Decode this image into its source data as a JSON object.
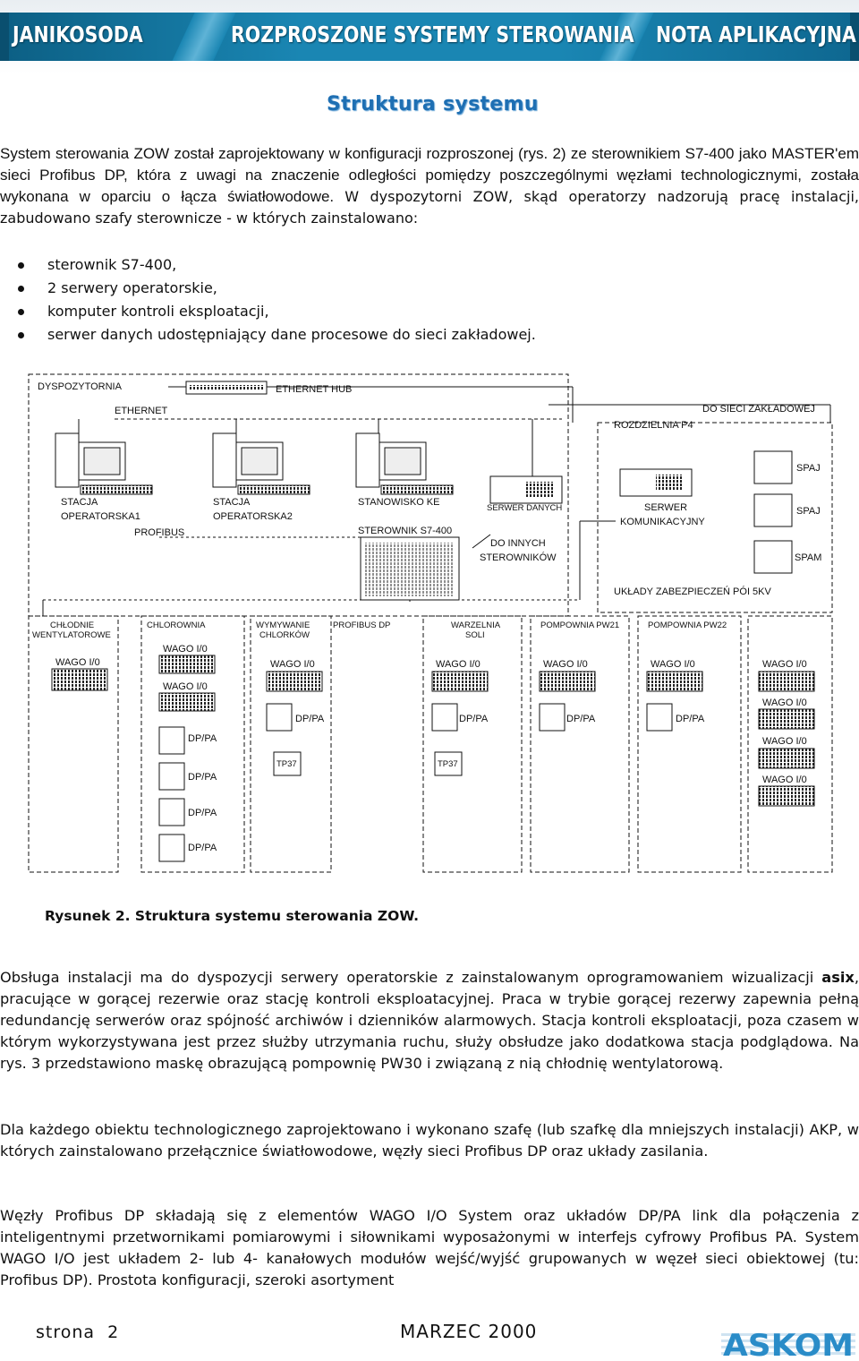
{
  "header": {
    "left": "JANIKOSODA",
    "center": "ROZPROSZONE SYSTEMY STEROWANIA",
    "right": "NOTA APLIKACYJNA"
  },
  "section_title": "Struktura systemu",
  "intro": {
    "line1": "System sterowania ZOW został zaprojektowany  w konfiguracji rozproszonej (rys. 2) ze sterownikiem S7-400 jako MASTER'em sieci Profibus DP, która z uwagi na znaczenie odległości pomiędzy poszczególnymi węzłami technologicznymi, została wykonana w oparciu o łącza światłowodowe.",
    "line2": "W dyspozytorni ZOW, skąd operatorzy nadzorują pracę instalacji, zabudowano szafy sterownicze - w których zainstalowano:"
  },
  "bullets": [
    "sterownik S7-400,",
    "2 serwery operatorskie,",
    "komputer kontroli eksploatacji,",
    "serwer danych udostępniający dane procesowe do sieci zakładowej."
  ],
  "diagram": {
    "dyspozytornia": "DYSPOZYTORNIA",
    "ethernet_hub": "ETHERNET HUB",
    "ethernet": "ETHERNET",
    "do_sieci": "DO SIECI ZAKŁADOWEJ",
    "rozdzielnia": "ROZDZIELNIA P4",
    "stacja1_a": "STACJA",
    "stacja1_b": "OPERATORSKA1",
    "stacja2_a": "STACJA",
    "stacja2_b": "OPERATORSKA2",
    "stanowisko": "STANOWISKO KE",
    "serwer_danych": "SERWER DANYCH",
    "serwer_kom_a": "SERWER",
    "serwer_kom_b": "KOMUNIKACYJNY",
    "profibus": "PROFIBUS",
    "sterownik": "STEROWNIK S7-400",
    "do_innych_a": "DO INNYCH",
    "do_innych_b": "STEROWNIKÓW",
    "spaj1": "SPAJ",
    "spaj2": "SPAJ",
    "spam": "SPAM",
    "uklady": "UKŁADY ZABEZPIECZEŃ PÓI 5KV",
    "sections": [
      "CHŁODNIE",
      "WENTYLATOROWE",
      "CHLOROWNIA",
      "WYMYWANIE",
      "CHLORKÓW",
      "PROFIBUS DP",
      "WARZELNIA",
      "SOLI",
      "POMPOWNIA PW21",
      "POMPOWNIA PW22"
    ],
    "wago": "WAGO I/0",
    "dppa": "DP/PA",
    "tp37": "TP37"
  },
  "caption": "Rysunek 2. Struktura systemu sterowania ZOW.",
  "para2": {
    "a": "Obsługa instalacji ma do dyspozycji serwery operatorskie z zainstalowanym oprogramowaniem wizualizacji ",
    "b": "asix",
    "c": ", pracujące w gorącej rezerwie oraz stację kontroli eksploatacyjnej. Praca w trybie gorącej rezerwy zapewnia pełną redundancję serwerów oraz spójność archiwów i dzienników alarmowych. Stacja kontroli eksploatacji, poza czasem w którym wykorzystywana jest przez służby utrzymania ruchu, służy obsłudze jako dodatkowa stacja podglądowa. Na rys. 3 przedstawiono maskę obrazującą pompownię PW30 i związaną z nią chłodnię wentylatorową."
  },
  "para3": "Dla każdego obiektu technologicznego zaprojektowano i wykonano szafę (lub szafkę dla mniejszych instalacji) AKP, w których zainstalowano przełącznice światłowodowe, węzły sieci Profibus DP oraz układy zasilania.",
  "para4": "Węzły Profibus DP składają się z elementów WAGO I/O System oraz układów DP/PA link dla połączenia z inteligentnymi przetwornikami pomiarowymi i siłownikami wyposażonymi w interfejs cyfrowy Profibus PA. System WAGO I/O jest układem 2- lub 4- kanałowych modułów wejść/wyjść grupowanych w węzeł sieci obiektowej (tu: Profibus DP). Prostota konfiguracji, szeroki asortyment",
  "footer": {
    "strona": "strona",
    "page": "2",
    "date": "MARZEC 2000",
    "logo": "ASKOM"
  },
  "colors": {
    "banner": "#1a86b3",
    "title": "#1e6fb3",
    "logo": "#2a8cc8"
  }
}
